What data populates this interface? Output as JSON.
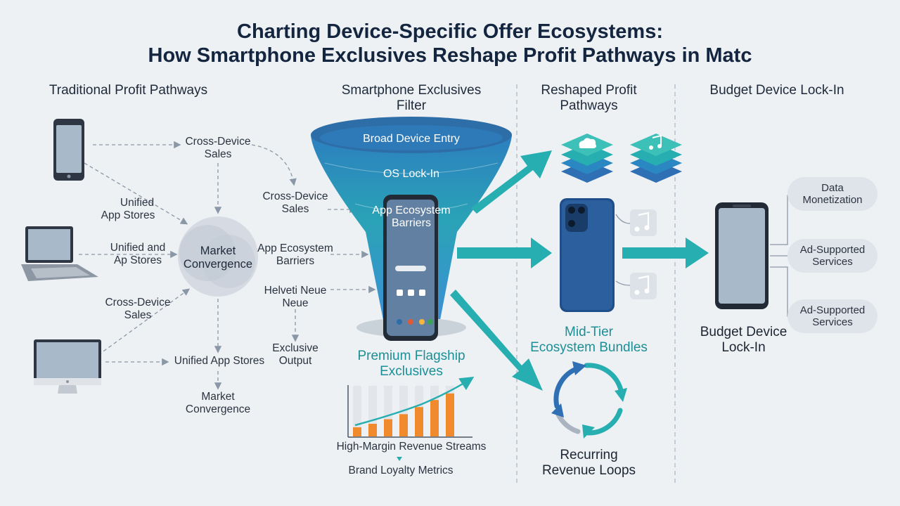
{
  "title": {
    "line1": "Charting Device-Specific Offer Ecosystems:",
    "line2": "How Smartphone Exclusives Reshape Profit Pathways in Matc"
  },
  "columns": {
    "traditional": "Traditional Profit Pathways",
    "filter_l1": "Smartphone Exclusives",
    "filter_l2": "Filter",
    "reshaped_l1": "Reshaped Profit",
    "reshaped_l2": "Pathways",
    "budget": "Budget Device Lock-In"
  },
  "traditional": {
    "cross_device_top": [
      "Cross-Device",
      "Sales"
    ],
    "unified_app_stores_left": [
      "Unified",
      "App Stores"
    ],
    "unified_and": [
      "Unified and",
      "Ap Stores"
    ],
    "market_convergence_center": [
      "Market",
      "Convergence"
    ],
    "cross_device_left": [
      "Cross-Device",
      "Sales"
    ],
    "unified_app_stores_bottom": "Unified App Stores",
    "market_convergence_bottom": [
      "Market",
      "Convergence"
    ],
    "cross_device_right": [
      "Cross-Device",
      "Sales"
    ],
    "app_ecosystem_barriers": [
      "App Ecosystem",
      "Barriers"
    ],
    "helveti_neue": [
      "Helveti Neue",
      "Neue"
    ],
    "exclusive_output": [
      "Exclusive",
      "Output"
    ]
  },
  "funnel": {
    "level1": "Broad Device Entry",
    "level2": "OS Lock-In",
    "level3": [
      "App Ecosystem",
      "Barriers"
    ],
    "premium": [
      "Premium Flagship",
      "Exclusives"
    ],
    "revenue": "High-Margin Revenue Streams",
    "loyalty": "Brand Loyalty Metrics",
    "chart_bars": [
      0.18,
      0.25,
      0.34,
      0.44,
      0.58,
      0.72,
      0.85
    ]
  },
  "reshaped": {
    "midtier": [
      "Mid-Tier",
      "Ecosystem Bundles"
    ],
    "recurring": [
      "Recurring",
      "Revenue Loops"
    ]
  },
  "budget": {
    "label": [
      "Budget Device",
      "Lock-In"
    ],
    "outputs": [
      "Data\nMonetization",
      "Ad-Supported\nServices",
      "Ad-Supported\nServices"
    ]
  },
  "colors": {
    "teal": "#27aeb0",
    "blue": "#2f6fb3",
    "orange": "#f08a2c",
    "dark_blue": "#2b4f86"
  }
}
